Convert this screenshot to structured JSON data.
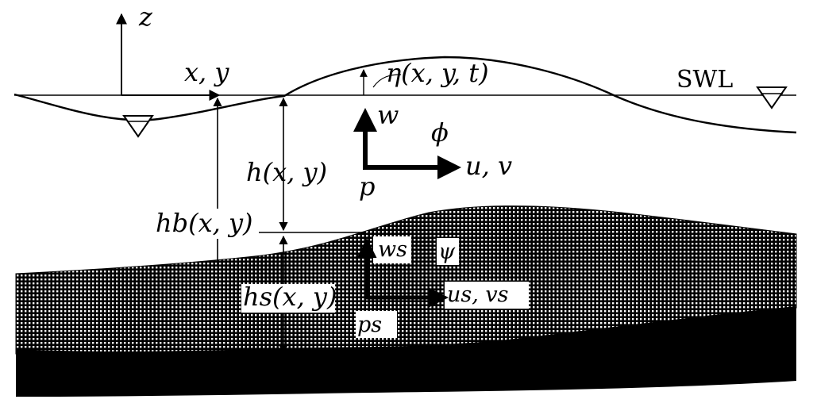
{
  "labels": {
    "z": "z",
    "xy": "x, y",
    "eta": "η(x, y, t)",
    "swl": "SWL",
    "w": "w",
    "phi": "ϕ",
    "uv": "u, v",
    "p": "p",
    "h": "h(x, y)",
    "hb": "hb(x, y)",
    "hs": "hs(x, y)",
    "ws": "ws",
    "psi": "ψ",
    "usvs": "us, vs",
    "ps": "ps"
  },
  "colors": {
    "ink": "#000000",
    "background": "#ffffff",
    "sediment_pattern": "#000000",
    "bedrock": "#000000"
  },
  "icons": [
    "swl-triangle-icon",
    "still-water-triangle-icon"
  ]
}
